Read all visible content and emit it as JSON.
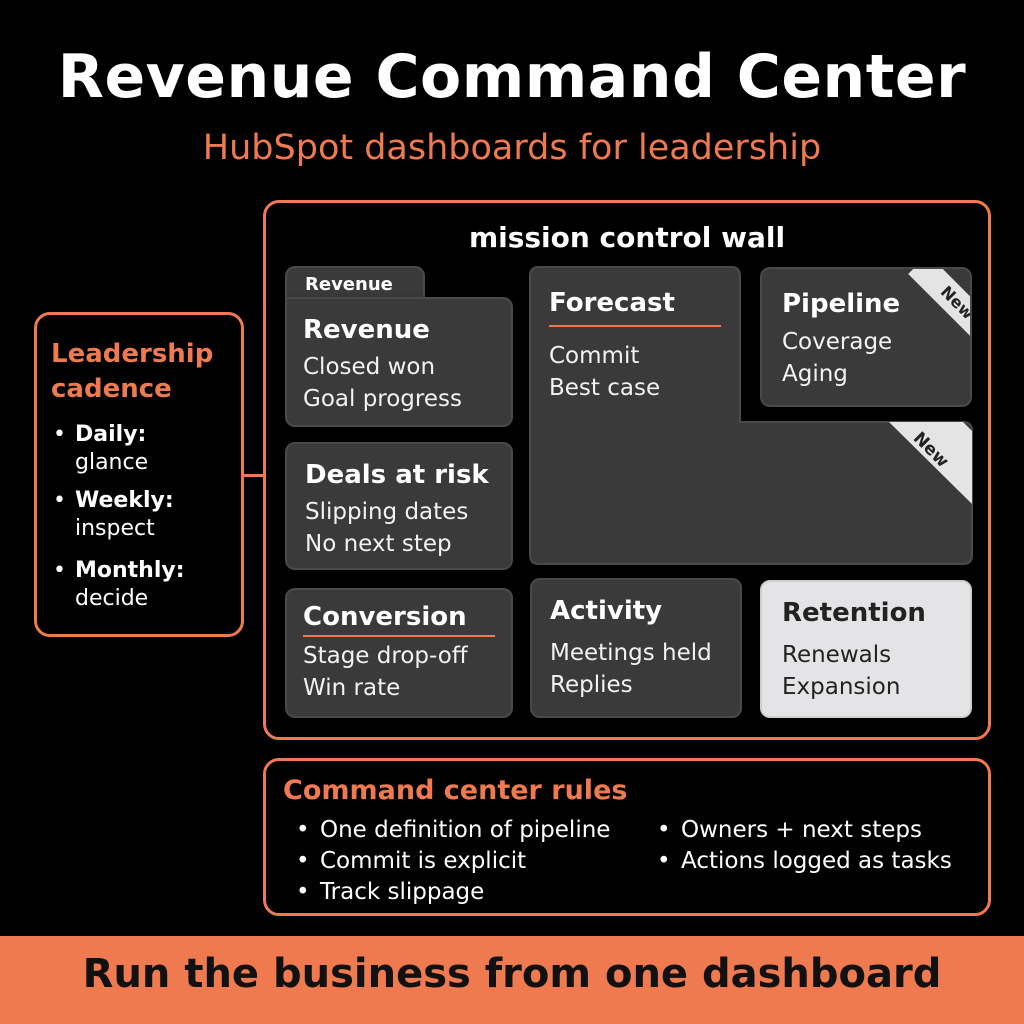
{
  "header": {
    "title": "Revenue Command Center",
    "subtitle": "HubSpot dashboards for leadership"
  },
  "cadence": {
    "title_line1": "Leadership",
    "title_line2": "cadence",
    "items": [
      {
        "label": "Daily:",
        "value": "glance"
      },
      {
        "label": "Weekly:",
        "value": "inspect"
      },
      {
        "label": "Monthly:",
        "value": "decide"
      }
    ]
  },
  "wall": {
    "title": "mission control wall",
    "tab_label": "Revenue",
    "tiles": {
      "revenue": {
        "title": "Revenue",
        "lines": [
          "Closed won",
          "Goal progress"
        ]
      },
      "forecast": {
        "title": "Forecast",
        "lines": [
          "Commit",
          "Best case"
        ]
      },
      "pipeline": {
        "title": "Pipeline",
        "lines": [
          "Coverage",
          "Aging"
        ],
        "badge": "New"
      },
      "forecast_badge": "New",
      "deals_at_risk": {
        "title": "Deals at risk",
        "lines": [
          "Slipping dates",
          "No next step"
        ]
      },
      "conversion": {
        "title": "Conversion",
        "lines": [
          "Stage drop-off",
          "Win rate"
        ]
      },
      "activity": {
        "title": "Activity",
        "lines": [
          "Meetings held",
          "Replies"
        ]
      },
      "retention": {
        "title": "Retention",
        "lines": [
          "Renewals",
          "Expansion"
        ]
      }
    }
  },
  "rules": {
    "title": "Command center rules",
    "left": [
      "One definition of pipeline",
      "Commit is explicit",
      "Track slippage"
    ],
    "right": [
      "Owners + next steps",
      "Actions logged as tasks"
    ]
  },
  "footer": {
    "text": "Run the business from one dashboard"
  },
  "colors": {
    "accent": "#f07a4f",
    "background": "#000000",
    "tile": "#3a3a3a",
    "highlight_tile": "#e4e4e6"
  }
}
